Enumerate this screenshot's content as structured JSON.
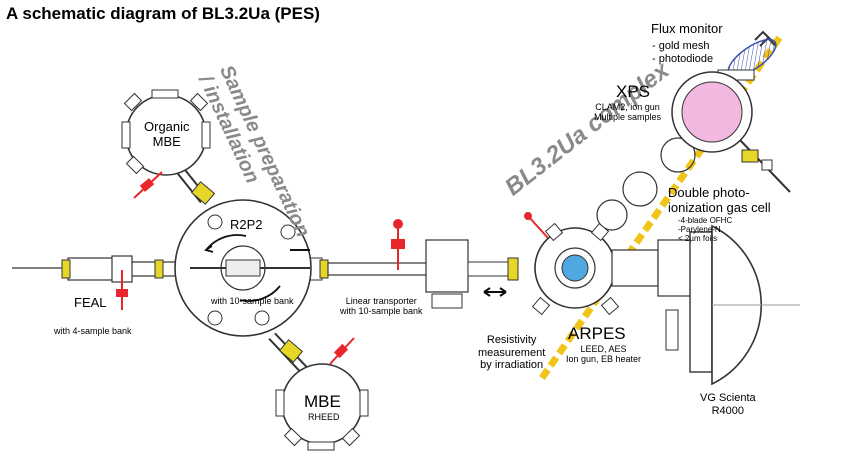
{
  "title": "A schematic diagram of BL3.2Ua (PES)",
  "labels": {
    "organic_mbe": [
      "Organic",
      "MBE"
    ],
    "sample_prep": [
      "Sample preparation",
      "/ installation"
    ],
    "complex": "BL3.2Ua complex",
    "xps": "XPS",
    "xps_details": [
      "CLAM2, ion gun",
      "Multiple samples"
    ],
    "flux_monitor": "Flux monitor",
    "flux_items": [
      "- gold mesh",
      "- photodiode"
    ],
    "gas_cell": [
      "Double photo-",
      "ionization gas cell"
    ],
    "gas_cell_items": [
      "-4-blade OFHC",
      "-Parylene-N",
      "< 2µm foils"
    ],
    "r2p2": "R2P2",
    "r2p2_bank": "with 10-sample bank",
    "feal": "FEAL",
    "feal_bank": "with 4-sample bank",
    "linear": [
      "Linear transporter",
      "with 10-sample bank"
    ],
    "resistivity": [
      "Resistivity",
      "measurement",
      "by irradiation"
    ],
    "arpes": "ARPES",
    "arpes_details": [
      "LEED, AES",
      "Ion gun, EB heater"
    ],
    "mbe": "MBE",
    "mbe_sub": "RHEED",
    "analyzer": [
      "VG Scienta",
      "R4000"
    ]
  },
  "colors": {
    "beam": "#f0c419",
    "valve": "#e8262b",
    "flange": "#e6d628",
    "xps_fill": "#f3b8de",
    "mesh": "#7b8fd8",
    "gray_text": "#8a8a8a",
    "arpes_core": "#4fa9e0"
  }
}
